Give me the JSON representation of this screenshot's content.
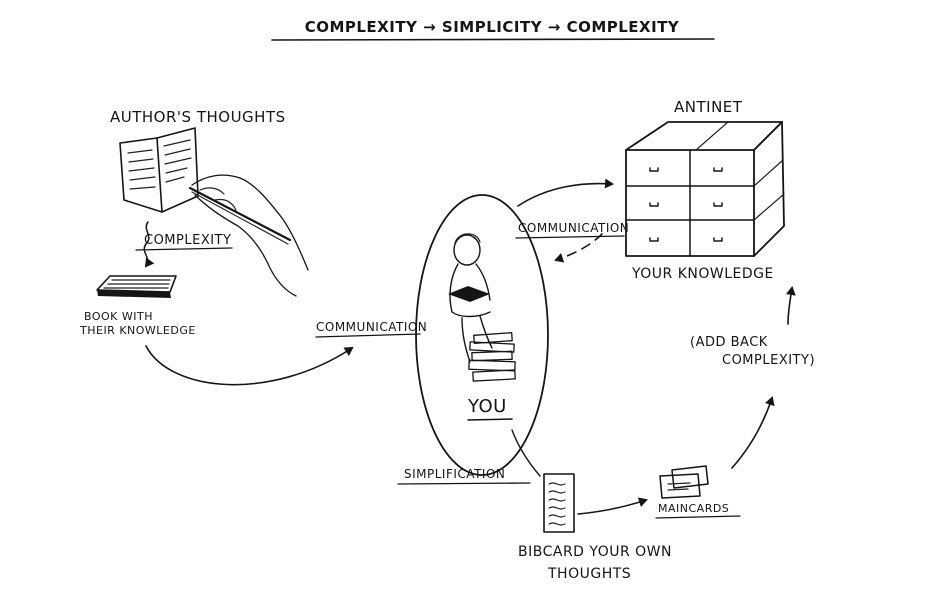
{
  "title": "COMPLEXITY → SIMPLICITY → COMPLEXITY",
  "labels": {
    "authors_thoughts": "AUTHOR'S THOUGHTS",
    "complexity": "COMPLEXITY",
    "book_line1": "BOOK WITH",
    "book_line2": "THEIR KNOWLEDGE",
    "communication_left": "COMMUNICATION",
    "communication_right": "COMMUNICATION",
    "you": "YOU",
    "antinet": "ANTINET",
    "your_knowledge": "YOUR KNOWLEDGE",
    "add_back_line1": "(ADD BACK",
    "add_back_line2": "COMPLEXITY)",
    "simplification": "SIMPLIFICATION",
    "maincards": "MAINCARDS",
    "bibcard_line1": "BIBCARD YOUR OWN",
    "bibcard_line2": "THOUGHTS"
  },
  "icons": {
    "notebook": "open-notebook-with-hand-writing-icon",
    "book": "closed-book-icon",
    "reader": "person-reading-on-book-stack-icon",
    "cabinet": "index-card-cabinet-icon",
    "bibcard": "bibliography-card-icon",
    "maincards": "stacked-index-cards-icon"
  },
  "colors": {
    "ink": "#151515",
    "background": "#ffffff"
  }
}
